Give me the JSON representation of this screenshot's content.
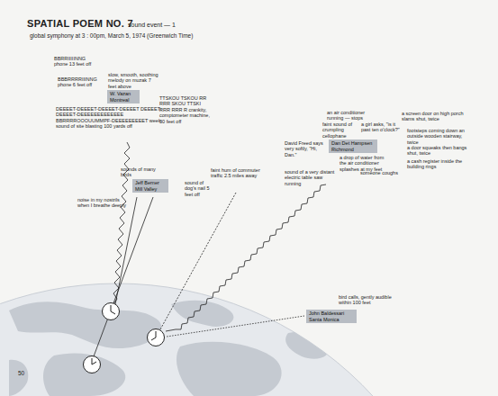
{
  "diagram": {
    "title": "SPATIAL POEM NO. 7",
    "nodes": [
      {
        "text": [
          "W. Vazan Montreal"
        ]
      },
      {
        "text": [
          "Jeff Berner Mill Valley"
        ]
      },
      {
        "text": [
          "Dan Det Hampsen Richmond"
        ]
      },
      {
        "text": [
          "John Baldessari Santa Monica"
        ]
      }
    ],
    "labels": [
      "sound event — 1",
      "global symphony at 3 : 00pm, March 5, 1974 (Greenwich Time)",
      "BBRRIIIIINNG phone 13 feet off",
      "BBBRRRRIIINNG phone 6 feet off",
      "slow, smooth, soothing melody on muzak 7 feet above",
      "TTSKOU TSKOU RR RRR SKOU TTSKI RRR RRR R crankity, comptometer machine, 30 feet off",
      "DEEEET-DEEEET-DEEEET-DEEEET DEEEET-DEEEET-DEEEEEEEEEEEEE BBRRRROOOUUMMPF-DEEEEEEEEET week sound of site blasting 100 yards off",
      "sounds of many birds",
      "noise in my nostrils when I breathe deeply",
      "sound of dog's nail 5 feet off",
      "faint hum of commuter traffic 2.5 miles away",
      "an air conditioner running — stops",
      "faint sound of crumpling cellophane",
      "a girl asks, \"is it past ten o'clock?\"",
      "a screen door on high porch slams shut, twice",
      "footsteps coming down an outside wooden stairway, twice",
      "David Freed says very softly, \"Hi, Dan.\"",
      "a drop of water from the air conditioner splashes at my feet",
      "a door squeaks then bangs shut, twice",
      "a cash register inside the building rings",
      "sound of a very distant electric table saw running",
      "someone coughs",
      "bird calls, gently audible within 100 feet",
      "50"
    ]
  }
}
